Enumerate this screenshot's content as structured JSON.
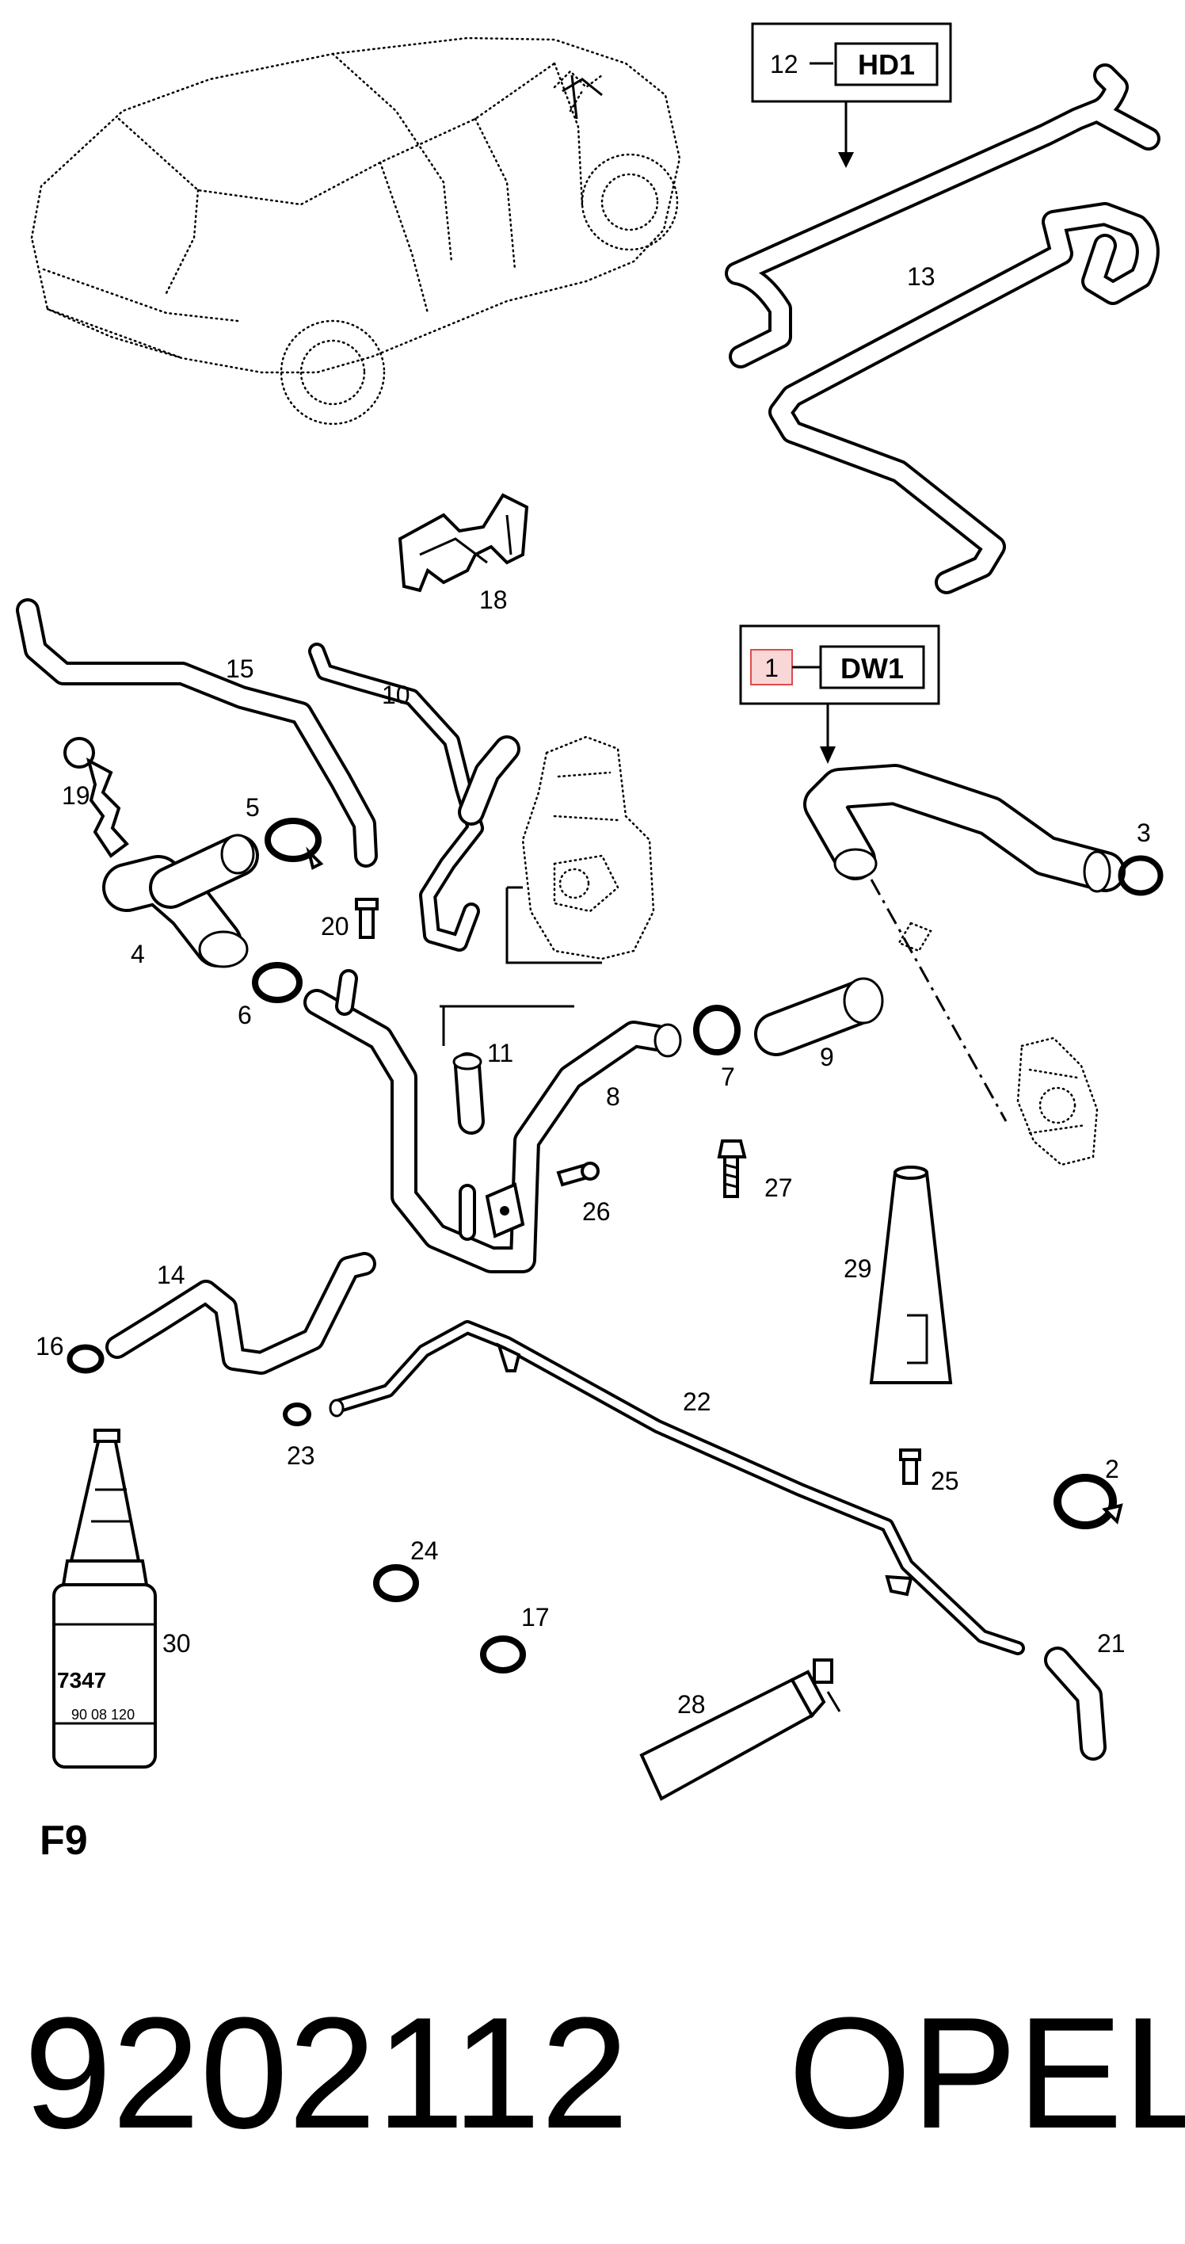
{
  "boxes": {
    "hd1": {
      "index": "12",
      "code": "HD1"
    },
    "dw1": {
      "index": "1",
      "code": "DW1"
    }
  },
  "labels": {
    "p2": "2",
    "p3": "3",
    "p4": "4",
    "p5": "5",
    "p6": "6",
    "p7": "7",
    "p8": "8",
    "p9": "9",
    "p10": "10",
    "p11": "11",
    "p13": "13",
    "p14": "14",
    "p15": "15",
    "p16": "16",
    "p17": "17",
    "p18": "18",
    "p19": "19",
    "p20": "20",
    "p21": "21",
    "p22": "22",
    "p23": "23",
    "p24": "24",
    "p25": "25",
    "p26": "26",
    "p27": "27",
    "p28": "28",
    "p29": "29",
    "p30": "30"
  },
  "bottle_text": {
    "line1": "7347",
    "line2": "90 08 120"
  },
  "section_code": "F9",
  "footer": {
    "part_number": "9202112",
    "brand": "OPEL"
  },
  "colors": {
    "ink": "#000000",
    "highlight_fill": "#f9d7d7",
    "highlight_stroke": "#e04b4b"
  }
}
